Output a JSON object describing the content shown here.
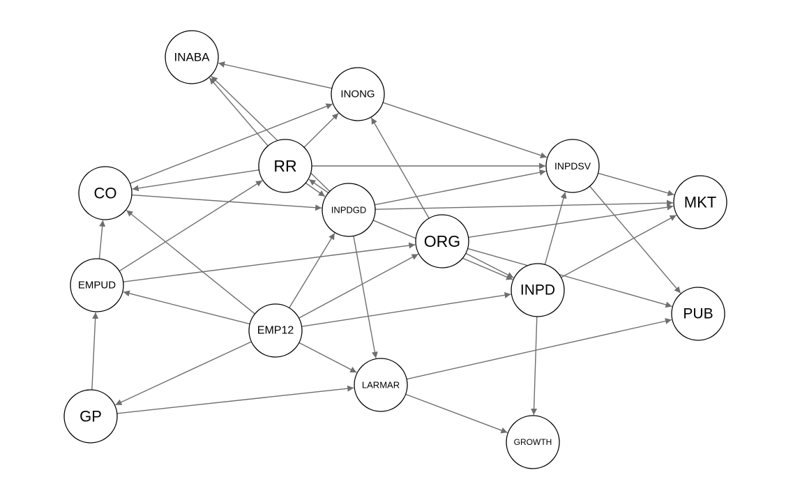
{
  "nodes": [
    {
      "id": "INABA",
      "label": "INABA"
    },
    {
      "id": "INONG",
      "label": "INONG"
    },
    {
      "id": "RR",
      "label": "RR"
    },
    {
      "id": "CO",
      "label": "CO"
    },
    {
      "id": "INPDGD",
      "label": "INPDGD"
    },
    {
      "id": "INPDSV",
      "label": "INPDSV"
    },
    {
      "id": "MKT",
      "label": "MKT"
    },
    {
      "id": "ORG",
      "label": "ORG"
    },
    {
      "id": "EMPUD",
      "label": "EMPUD"
    },
    {
      "id": "INPD",
      "label": "INPD"
    },
    {
      "id": "PUB",
      "label": "PUB"
    },
    {
      "id": "EMP12",
      "label": "EMP12"
    },
    {
      "id": "LARMAR",
      "label": "LARMAR"
    },
    {
      "id": "GP",
      "label": "GP"
    },
    {
      "id": "GROWTH",
      "label": "GROWTH"
    }
  ],
  "edges": [
    {
      "from": "INONG",
      "to": "INABA"
    },
    {
      "from": "INONG",
      "to": "INPDSV"
    },
    {
      "from": "RR",
      "to": "INABA"
    },
    {
      "from": "INPDGD",
      "to": "INABA"
    },
    {
      "from": "RR",
      "to": "INONG"
    },
    {
      "from": "CO",
      "to": "INONG"
    },
    {
      "from": "ORG",
      "to": "INONG"
    },
    {
      "from": "RR",
      "to": "CO"
    },
    {
      "from": "RR",
      "to": "INPDSV"
    },
    {
      "from": "RR",
      "to": "INPDGD"
    },
    {
      "from": "INPDGD",
      "to": "RR"
    },
    {
      "from": "CO",
      "to": "INPDGD"
    },
    {
      "from": "EMPUD",
      "to": "CO"
    },
    {
      "from": "EMPUD",
      "to": "RR"
    },
    {
      "from": "EMP12",
      "to": "CO"
    },
    {
      "from": "EMP12",
      "to": "EMPUD"
    },
    {
      "from": "EMP12",
      "to": "INPDGD"
    },
    {
      "from": "EMP12",
      "to": "ORG"
    },
    {
      "from": "EMP12",
      "to": "INPD"
    },
    {
      "from": "EMP12",
      "to": "LARMAR"
    },
    {
      "from": "EMP12",
      "to": "GP"
    },
    {
      "from": "EMPUD",
      "to": "ORG"
    },
    {
      "from": "GP",
      "to": "EMPUD"
    },
    {
      "from": "GP",
      "to": "LARMAR"
    },
    {
      "from": "INPDGD",
      "to": "INPDSV"
    },
    {
      "from": "INPDGD",
      "to": "MKT"
    },
    {
      "from": "INPDGD",
      "to": "INPD"
    },
    {
      "from": "ORG",
      "to": "INPD"
    },
    {
      "from": "INPDGD",
      "to": "LARMAR"
    },
    {
      "from": "ORG",
      "to": "MKT"
    },
    {
      "from": "ORG",
      "to": "PUB"
    },
    {
      "from": "INPDSV",
      "to": "MKT"
    },
    {
      "from": "INPDSV",
      "to": "PUB"
    },
    {
      "from": "INPD",
      "to": "INPDSV"
    },
    {
      "from": "INPD",
      "to": "MKT"
    },
    {
      "from": "INPD",
      "to": "GROWTH"
    },
    {
      "from": "LARMAR",
      "to": "PUB"
    },
    {
      "from": "LARMAR",
      "to": "GROWTH"
    }
  ],
  "colors": {
    "edge": "#6e6e6e",
    "node_stroke": "#000000",
    "node_fill": "#ffffff"
  }
}
